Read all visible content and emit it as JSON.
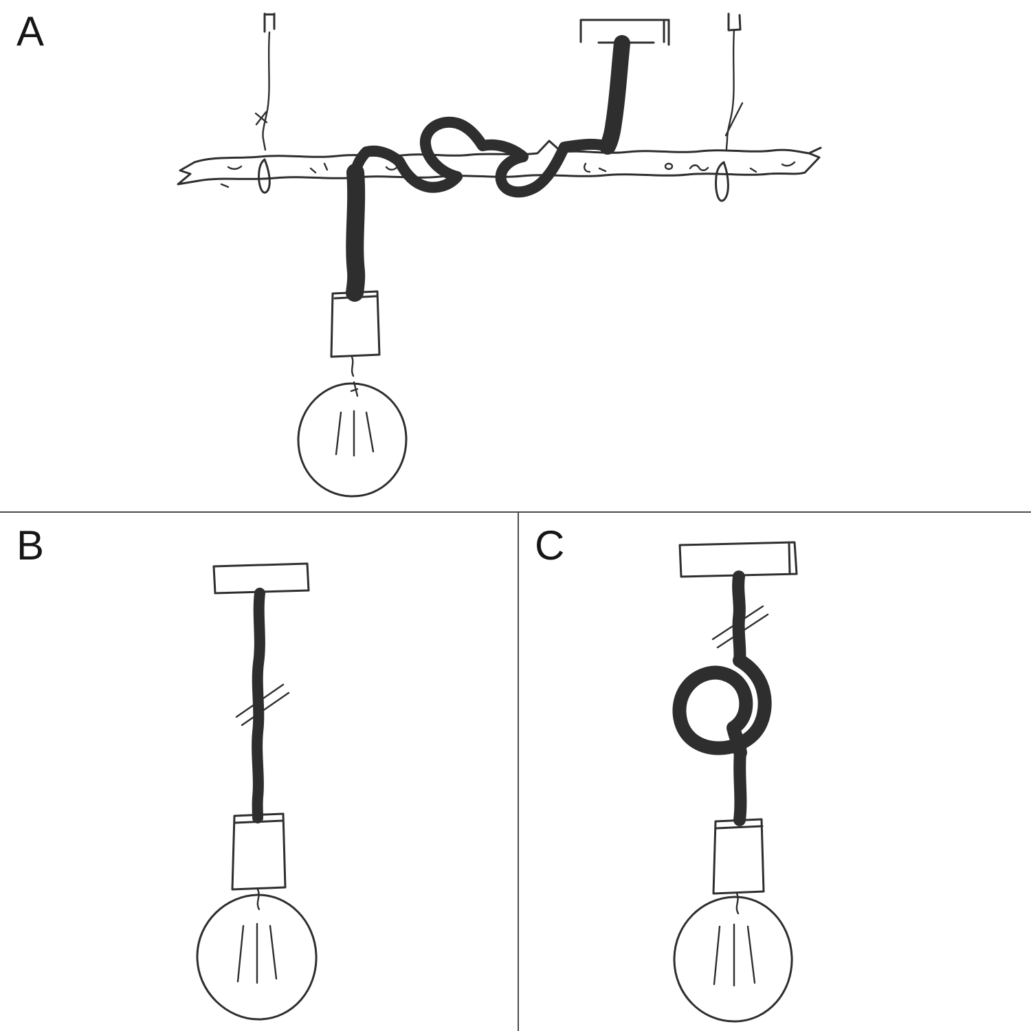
{
  "page": {
    "background_color": "#ffffff",
    "ink_color": "#2e2e2e",
    "divider_color": "#4a4a4a"
  },
  "panels": [
    {
      "label": "A"
    },
    {
      "label": "B"
    },
    {
      "label": "C"
    }
  ]
}
